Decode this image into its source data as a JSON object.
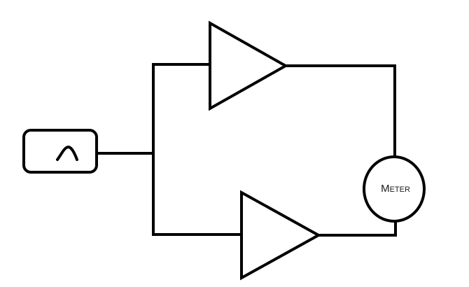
{
  "diagram": {
    "nodes": [
      {
        "id": "signal-source",
        "shape": "rounded-rectangle",
        "icon": "sine-wave-icon"
      },
      {
        "id": "amplifier-top",
        "shape": "triangle"
      },
      {
        "id": "amplifier-bottom",
        "shape": "triangle"
      },
      {
        "id": "meter",
        "shape": "circle",
        "label": "Meter"
      }
    ],
    "edges": [
      {
        "from": "signal-source",
        "to": "amplifier-top"
      },
      {
        "from": "signal-source",
        "to": "amplifier-bottom"
      },
      {
        "from": "amplifier-top",
        "to": "meter"
      },
      {
        "from": "amplifier-bottom",
        "to": "meter"
      }
    ],
    "meter_label": {
      "initial": "M",
      "rest": "ETER"
    },
    "colors": {
      "line": "#000000",
      "background": "#ffffff"
    }
  }
}
